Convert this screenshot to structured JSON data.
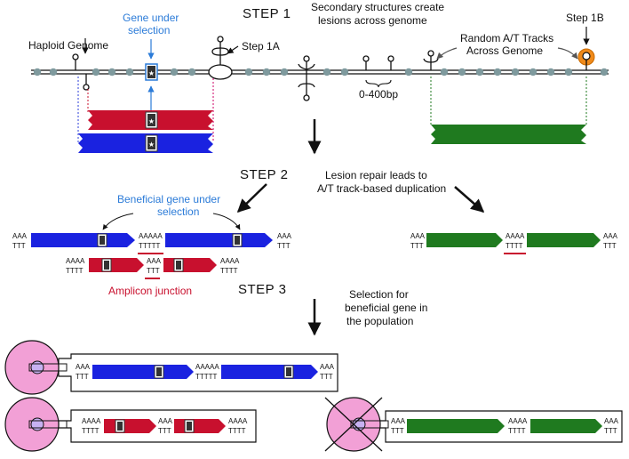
{
  "step1": {
    "title": "STEP 1",
    "caption_line1": "Secondary structures create",
    "caption_line2": "lesions across genome",
    "haploid_genome": "Haploid Genome",
    "gene_line1": "Gene under",
    "gene_line2": "selection",
    "step1a": "Step 1A",
    "step1b": "Step 1B",
    "random_line1": "Random A/T Tracks",
    "random_line2": "Across Genome",
    "spacing": "0-400bp"
  },
  "step2": {
    "title": "STEP 2",
    "caption_line1": "Lesion repair leads to",
    "caption_line2": "A/T track-based duplication",
    "beneficial_line1": "Beneficial gene under",
    "beneficial_line2": "selection",
    "amplicon_junction": "Amplicon junction"
  },
  "step3": {
    "title": "STEP 3",
    "caption_line1": "Selection for",
    "caption_line2": "beneficial gene in",
    "caption_line3": "the population"
  },
  "seq": {
    "aaa": "AAA",
    "ttt": "TTT",
    "aaaa": "AAAA",
    "tttt": "TTTT",
    "aaaaa": "AAAAA",
    "ttttt": "TTTTT"
  },
  "colors": {
    "blue": "#1a22e0",
    "red": "#c8102e",
    "green": "#1f7a1f",
    "pink": "#f2a0d6",
    "orange": "#f08a1a",
    "label_blue": "#2b7bd8",
    "bead": "#7f9a9e"
  }
}
